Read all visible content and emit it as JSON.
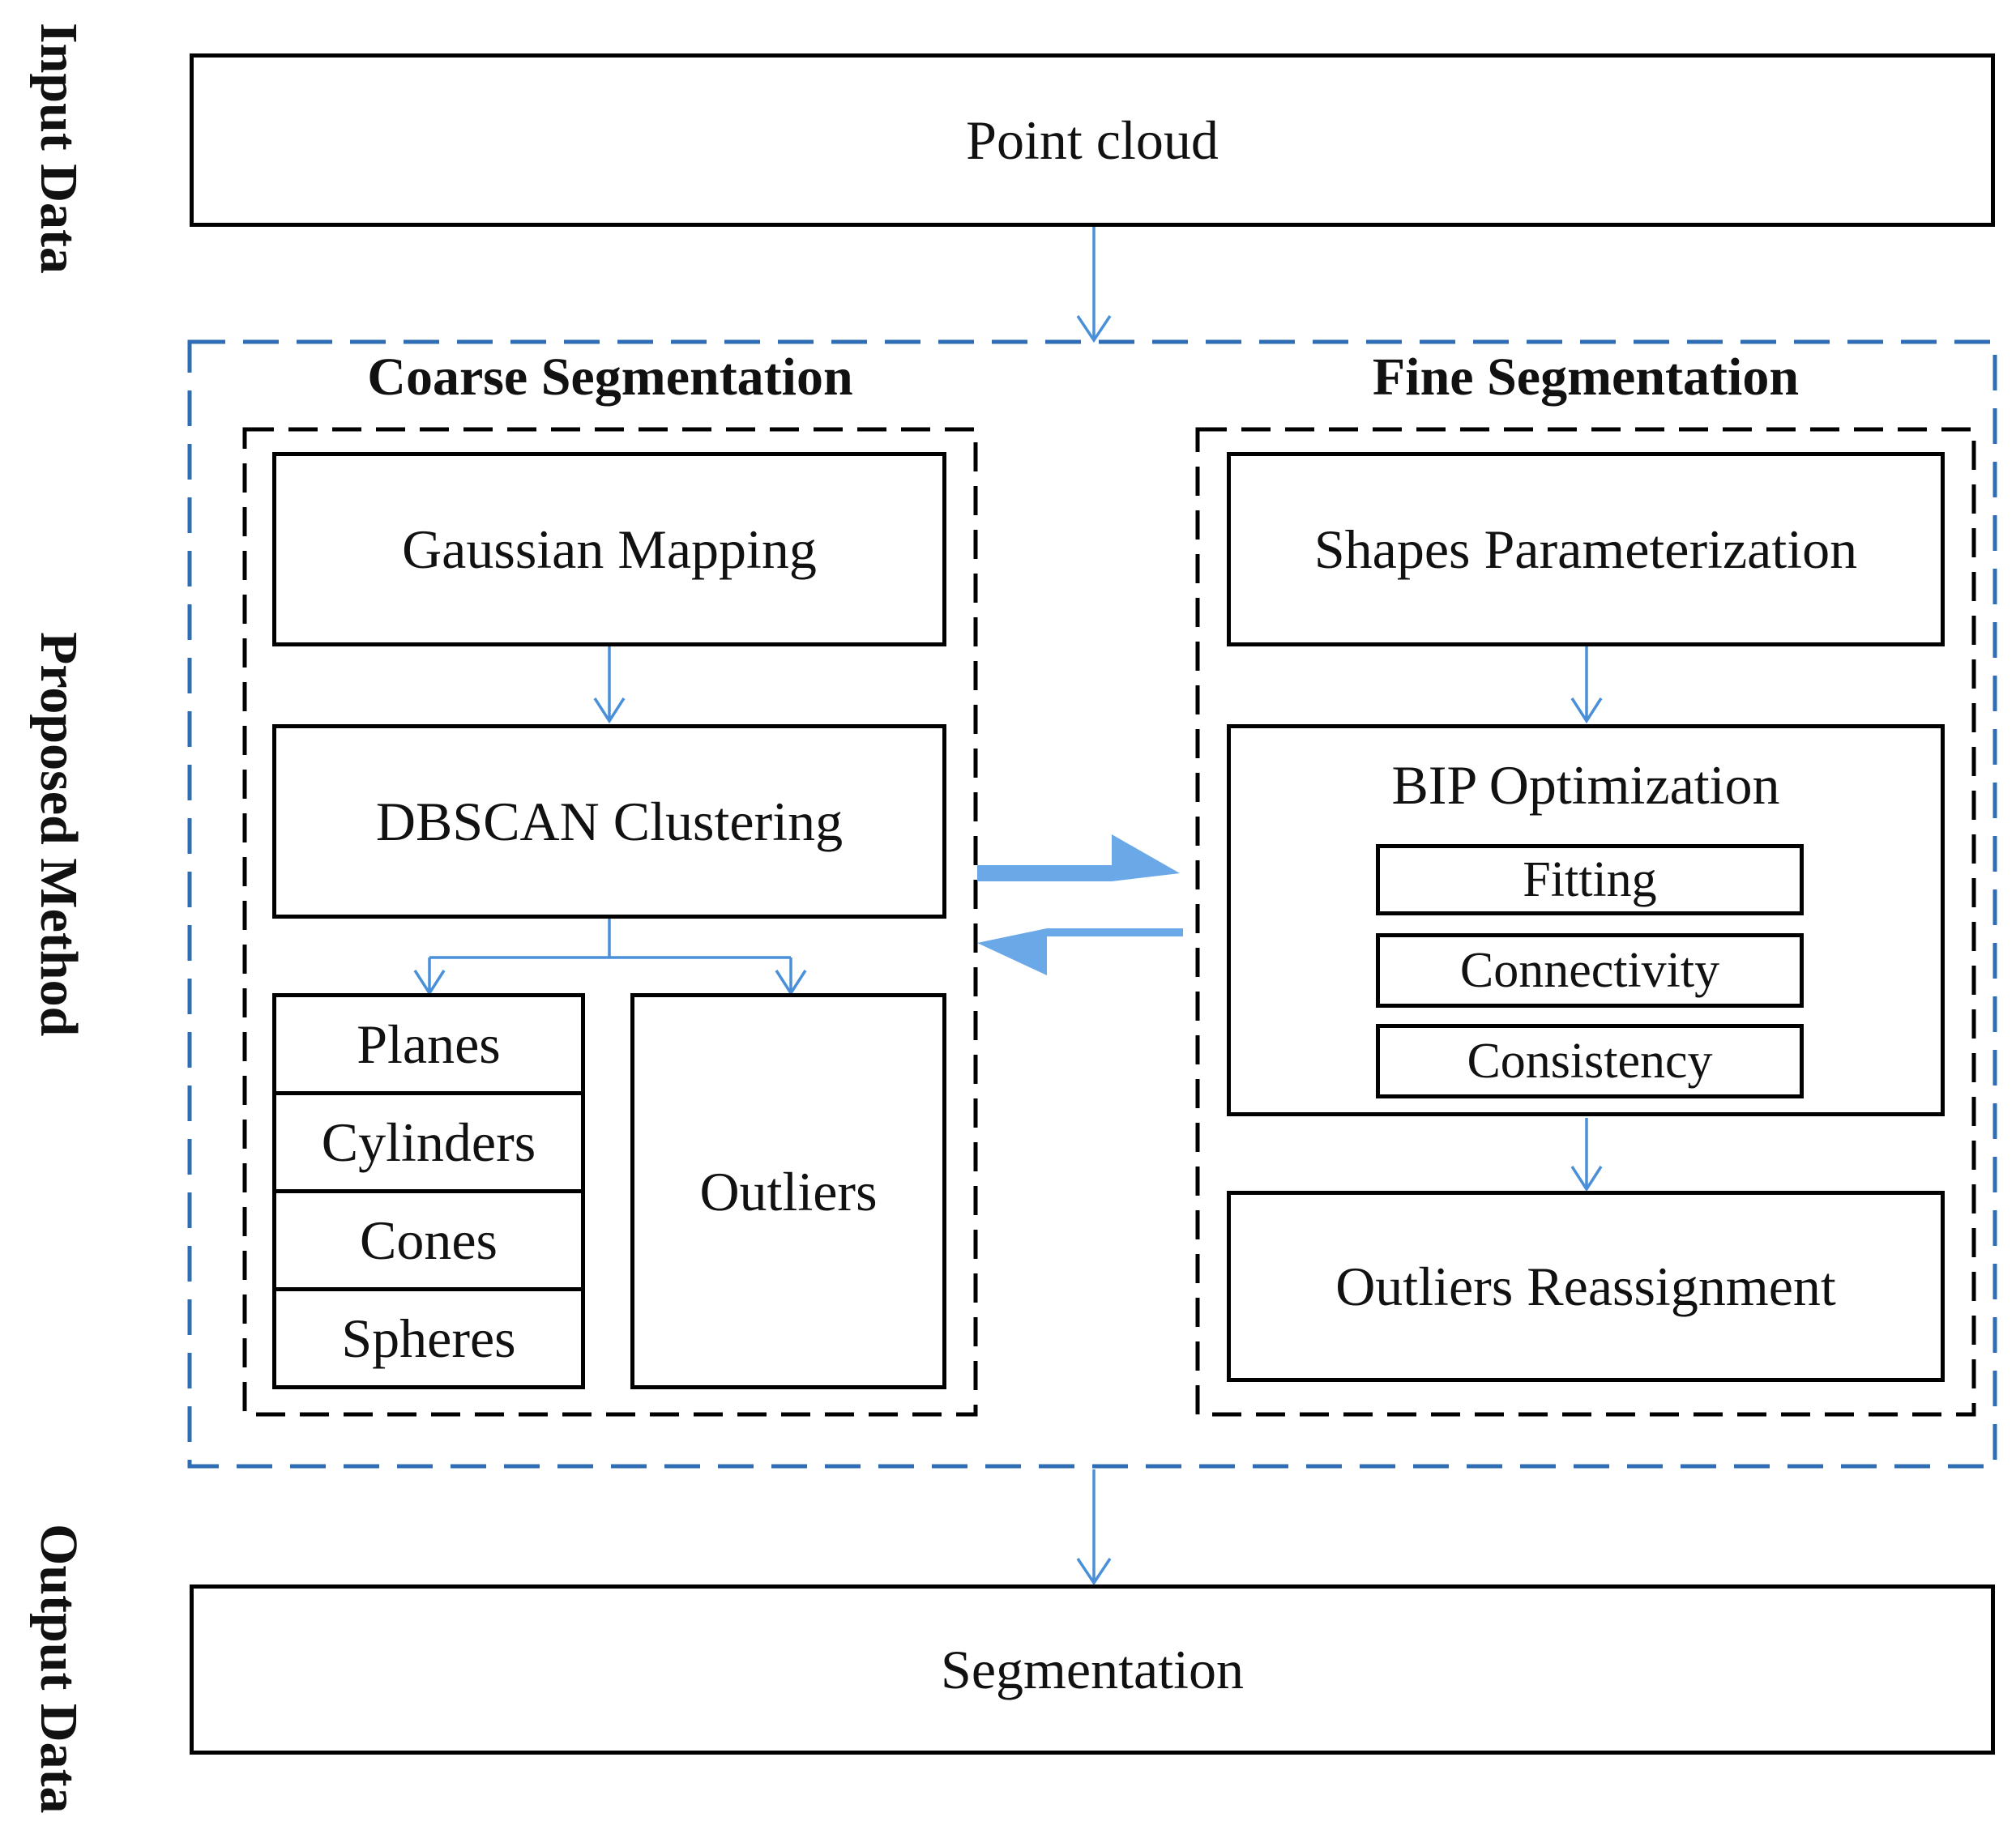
{
  "side_labels": {
    "input": "Input Data",
    "method": "Proposed Method",
    "output": "Output Data"
  },
  "input_box": "Point cloud",
  "output_box": "Segmentation",
  "coarse": {
    "title": "Coarse Segmentation",
    "gaussian": "Gaussian Mapping",
    "dbscan": "DBSCAN Clustering",
    "primitives": [
      "Planes",
      "Cylinders",
      "Cones",
      "Spheres"
    ],
    "outliers": "Outliers"
  },
  "fine": {
    "title": "Fine Segmentation",
    "shapes": "Shapes Parameterization",
    "bip": "BIP Optimization",
    "criteria": [
      "Fitting",
      "Connectivity",
      "Consistency"
    ],
    "reassign": "Outliers Reassignment"
  },
  "colors": {
    "arrow": "#4a90d9",
    "dashed_outer": "#2e6db4",
    "big_arrow": "#6aa8e8",
    "border": "#000000"
  }
}
